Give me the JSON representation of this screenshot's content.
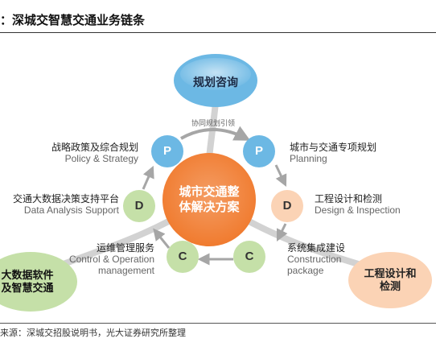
{
  "header": {
    "title": "：深城交智慧交通业务链条"
  },
  "diagram": {
    "center": [
      "城市交通整",
      "体解决方案"
    ],
    "top_node": "规划咨询",
    "right_node": [
      "工程设计和",
      "检测"
    ],
    "left_node": [
      "大数据软件",
      "及智慧交通"
    ],
    "top_arc_label": "协同规划引领",
    "nodes": {
      "p_left": "P",
      "p_right": "P",
      "d_right": "D",
      "c_right": "C",
      "c_left": "C",
      "d_left": "D"
    },
    "labels": {
      "policy_zh": "战略政策及综合规划",
      "policy_en": "Policy & Strategy",
      "planning_zh": "城市与交通专项规划",
      "planning_en": "Planning",
      "design_zh": "工程设计和检测",
      "design_en": "Design & Inspection",
      "construction_zh": "系统集成建设",
      "construction_en1": "Construction",
      "construction_en2": "package",
      "operation_zh": "运维管理服务",
      "operation_en1": "Control & Operation",
      "operation_en2": "management",
      "data_zh": "交通大数据决策支持平台",
      "data_en": "Data Analysis Support"
    },
    "colors": {
      "center": "#f0782a",
      "blue": "#6cb8e4",
      "peach": "#fbd3b5",
      "green": "#c5e0a8",
      "arrow": "#a6a6a6"
    }
  },
  "footer": {
    "source": "来源：深城交招股说明书，光大证券研究所整理"
  }
}
